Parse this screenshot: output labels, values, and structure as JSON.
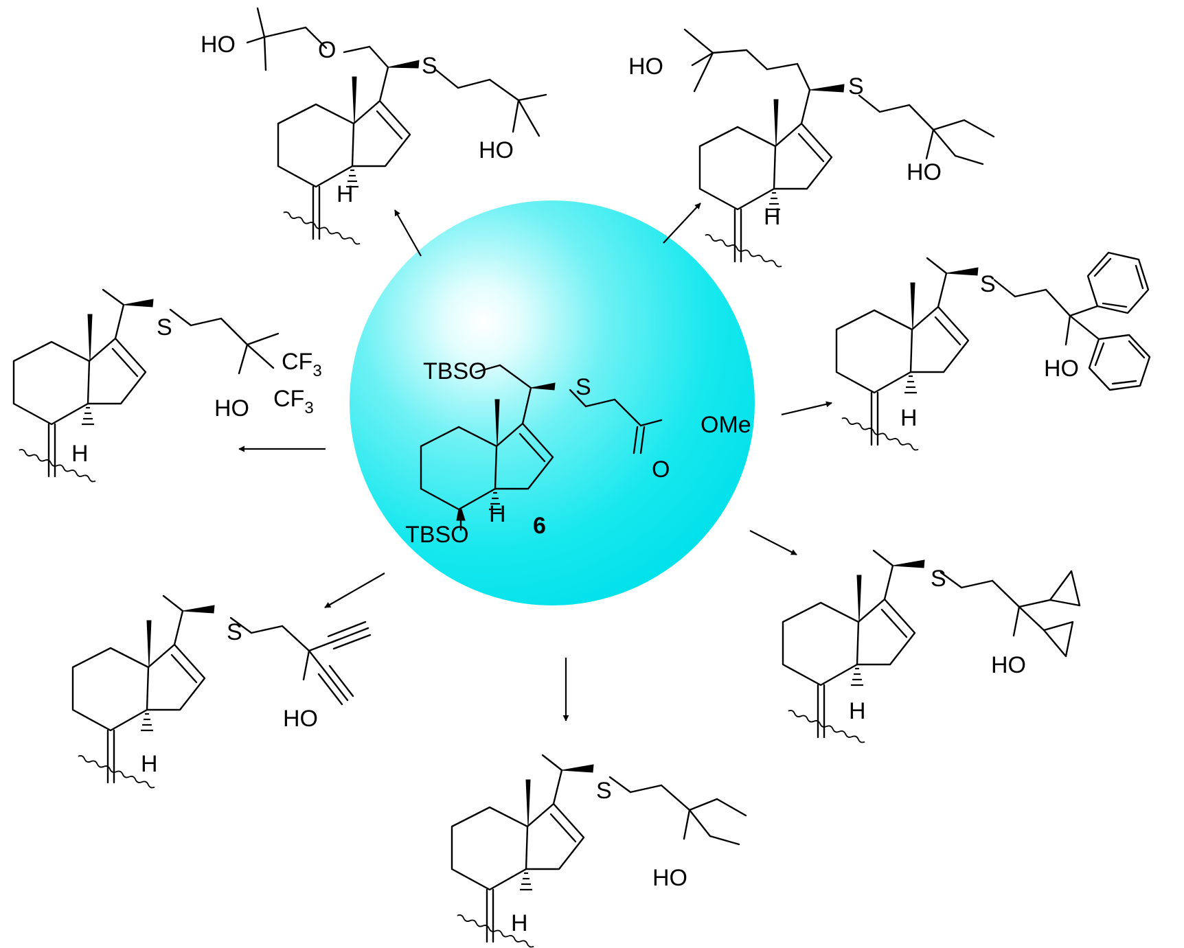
{
  "colors": {
    "sphere_highlight": "#ffffff",
    "sphere_mid": "#7ef3f5",
    "sphere_main": "#15e8ee",
    "sphere_edge": "#00e0ea",
    "ink": "#000000"
  },
  "atoms": {
    "tbso": "TBSO",
    "ome": "OMe",
    "o": "O",
    "s": "S",
    "h": "H",
    "ho": "HO",
    "cf": "CF",
    "three": "3"
  },
  "compound_label": "6"
}
